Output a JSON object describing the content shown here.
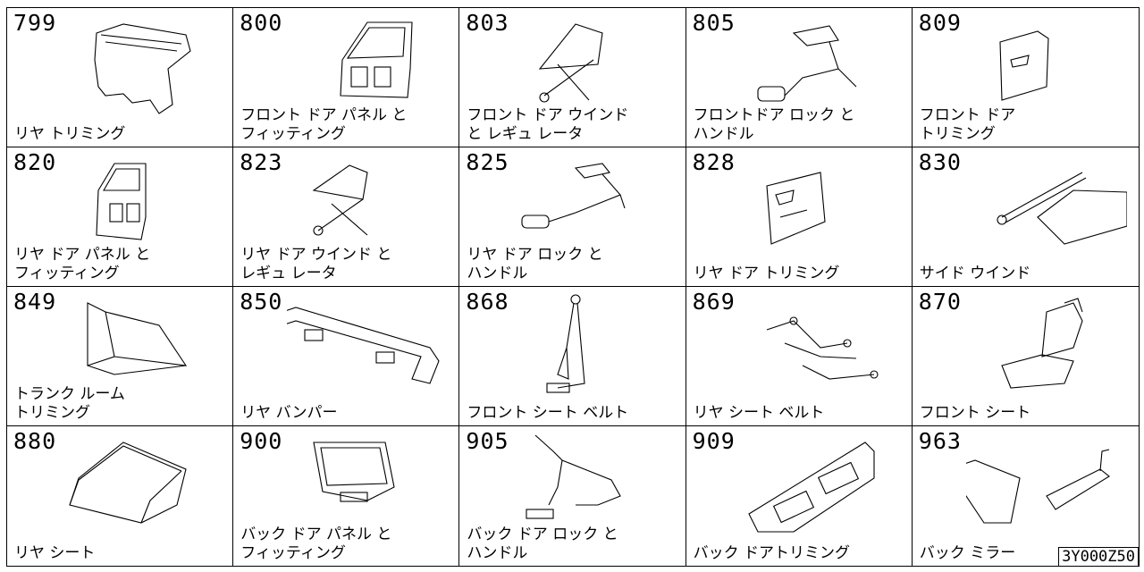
{
  "cells": [
    {
      "num": "799",
      "label": "リヤ トリミング",
      "icon": "rear-trim-panel-icon"
    },
    {
      "num": "800",
      "label": "フロント ドア パネル と\nフィッティング",
      "icon": "front-door-panel-icon"
    },
    {
      "num": "803",
      "label": "フロント ドア ウインド\nと レギュ レータ",
      "icon": "front-door-window-regulator-icon"
    },
    {
      "num": "805",
      "label": "フロントドア ロック と\nハンドル",
      "icon": "front-door-lock-handle-icon"
    },
    {
      "num": "809",
      "label": "フロント ドア\nトリミング",
      "icon": "front-door-trim-icon"
    },
    {
      "num": "820",
      "label": "リヤ ドア パネル と\nフィッティング",
      "icon": "rear-door-panel-icon"
    },
    {
      "num": "823",
      "label": "リヤ ドア ウインド と\nレギュ レータ",
      "icon": "rear-door-window-regulator-icon"
    },
    {
      "num": "825",
      "label": "リヤ ドア ロック と\nハンドル",
      "icon": "rear-door-lock-handle-icon"
    },
    {
      "num": "828",
      "label": "リヤ ドア トリミング",
      "icon": "rear-door-trim-icon"
    },
    {
      "num": "830",
      "label": "サイド ウインド",
      "icon": "side-window-icon"
    },
    {
      "num": "849",
      "label": "トランク ルーム\nトリミング",
      "icon": "trunk-room-trim-icon"
    },
    {
      "num": "850",
      "label": "リヤ バンパー",
      "icon": "rear-bumper-icon"
    },
    {
      "num": "868",
      "label": "フロント シート ベルト",
      "icon": "front-seat-belt-icon"
    },
    {
      "num": "869",
      "label": "リヤ シート ベルト",
      "icon": "rear-seat-belt-icon"
    },
    {
      "num": "870",
      "label": "フロント シート",
      "icon": "front-seat-icon"
    },
    {
      "num": "880",
      "label": "リヤ シート",
      "icon": "rear-seat-icon"
    },
    {
      "num": "900",
      "label": "バック ドア パネル と\nフィッティング",
      "icon": "back-door-panel-icon"
    },
    {
      "num": "905",
      "label": "バック ドア ロック と\nハンドル",
      "icon": "back-door-lock-handle-icon"
    },
    {
      "num": "909",
      "label": "バック ドアトリミング",
      "icon": "back-door-trim-icon"
    },
    {
      "num": "963",
      "label": "バック ミラー",
      "icon": "rear-view-mirror-icon"
    }
  ],
  "diagram_code": "3Y000Z50"
}
